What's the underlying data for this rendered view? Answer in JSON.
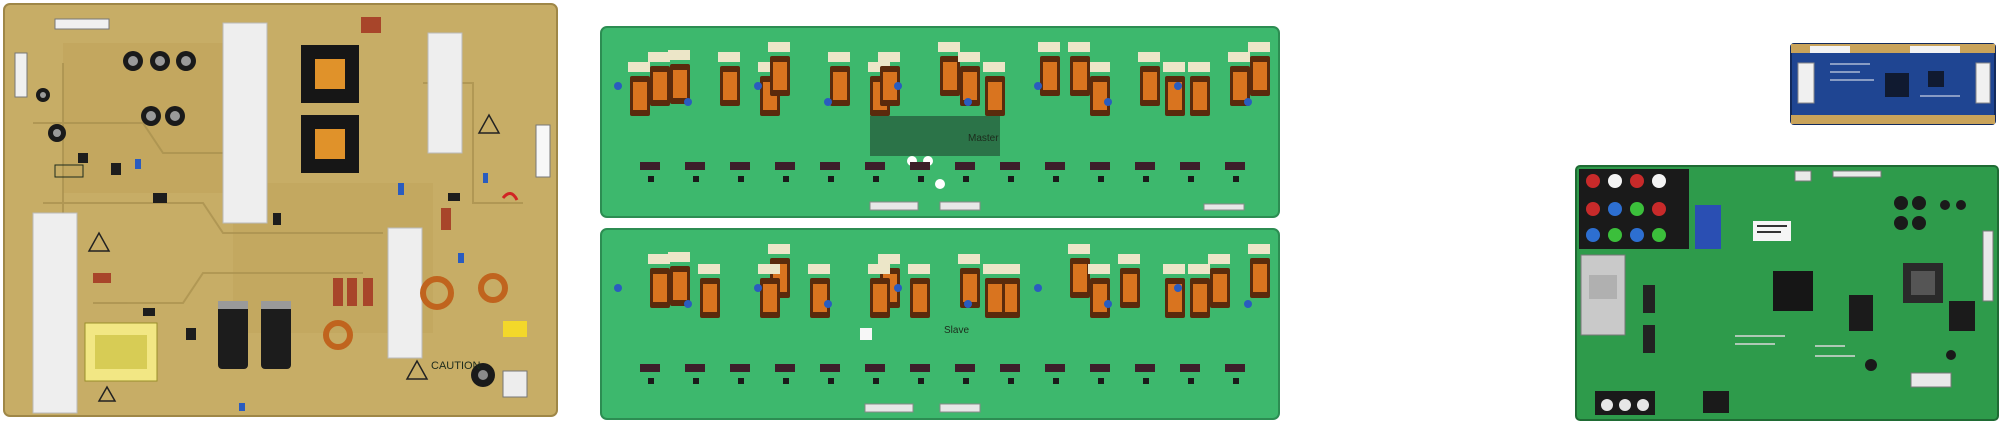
{
  "boards": {
    "power_supply": {
      "caution_label": "CAUTION"
    },
    "inverter_master": {
      "label": "Master"
    },
    "inverter_slave": {
      "label": "Slave"
    },
    "tcon": {},
    "main_board": {}
  },
  "colors": {
    "power_pcb": "#c9b06a",
    "power_pcb_edge": "#b39a55",
    "inverter_pcb": "#37b56a",
    "tcon_pcb": "#1d3f8c",
    "main_pcb": "#2f9a4a",
    "heatsink": "#e9e9e9",
    "transformer_core": "#7a3d14",
    "transformer_winding": "#d9741f"
  }
}
